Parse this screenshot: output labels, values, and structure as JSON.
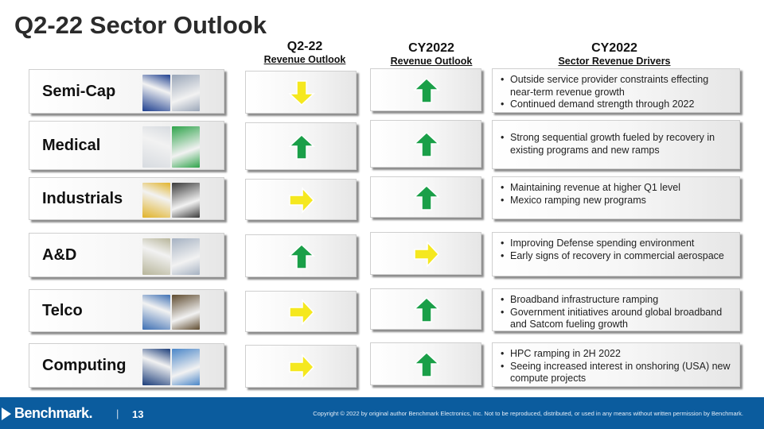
{
  "title": "Q2-22 Sector Outlook",
  "columns": [
    {
      "line1": "Q2-22",
      "line2": "Revenue Outlook"
    },
    {
      "line1": "CY2022",
      "line2": "Revenue Outlook"
    },
    {
      "line1": "CY2022",
      "line2": "Sector Revenue Drivers"
    }
  ],
  "arrow_colors": {
    "down": "#f5e81f",
    "up": "#1a9f48",
    "flat": "#f5e81f",
    "outline": "#ffffff"
  },
  "sectors": [
    {
      "name": "Semi-Cap",
      "q2_outlook": "down",
      "cy_outlook": "up",
      "drivers": [
        "Outside service provider constraints effecting near-term revenue growth",
        "Continued demand strength through 2022"
      ]
    },
    {
      "name": "Medical",
      "q2_outlook": "up",
      "cy_outlook": "up",
      "drivers": [
        "Strong sequential growth fueled by recovery in existing programs and new ramps"
      ]
    },
    {
      "name": "Industrials",
      "q2_outlook": "flat",
      "cy_outlook": "up",
      "drivers": [
        "Maintaining revenue at higher Q1 level",
        "Mexico ramping new programs"
      ]
    },
    {
      "name": "A&D",
      "q2_outlook": "up",
      "cy_outlook": "flat",
      "drivers": [
        "Improving Defense spending environment",
        "Early signs of recovery in commercial aerospace"
      ]
    },
    {
      "name": "Telco",
      "q2_outlook": "flat",
      "cy_outlook": "up",
      "drivers": [
        "Broadband infrastructure ramping",
        "Government initiatives around global broadband and Satcom fueling growth"
      ]
    },
    {
      "name": "Computing",
      "q2_outlook": "flat",
      "cy_outlook": "up",
      "drivers": [
        "HPC ramping in 2H 2022",
        "Seeing increased interest in onshoring (USA) new compute projects"
      ]
    }
  ],
  "footer": {
    "logo": "Benchmark.",
    "separator": "|",
    "page_number": "13",
    "copyright": "Copyright © 2022 by original author Benchmark Electronics, Inc. Not to be reproduced, distributed, or used in any means without written permission by Benchmark."
  }
}
